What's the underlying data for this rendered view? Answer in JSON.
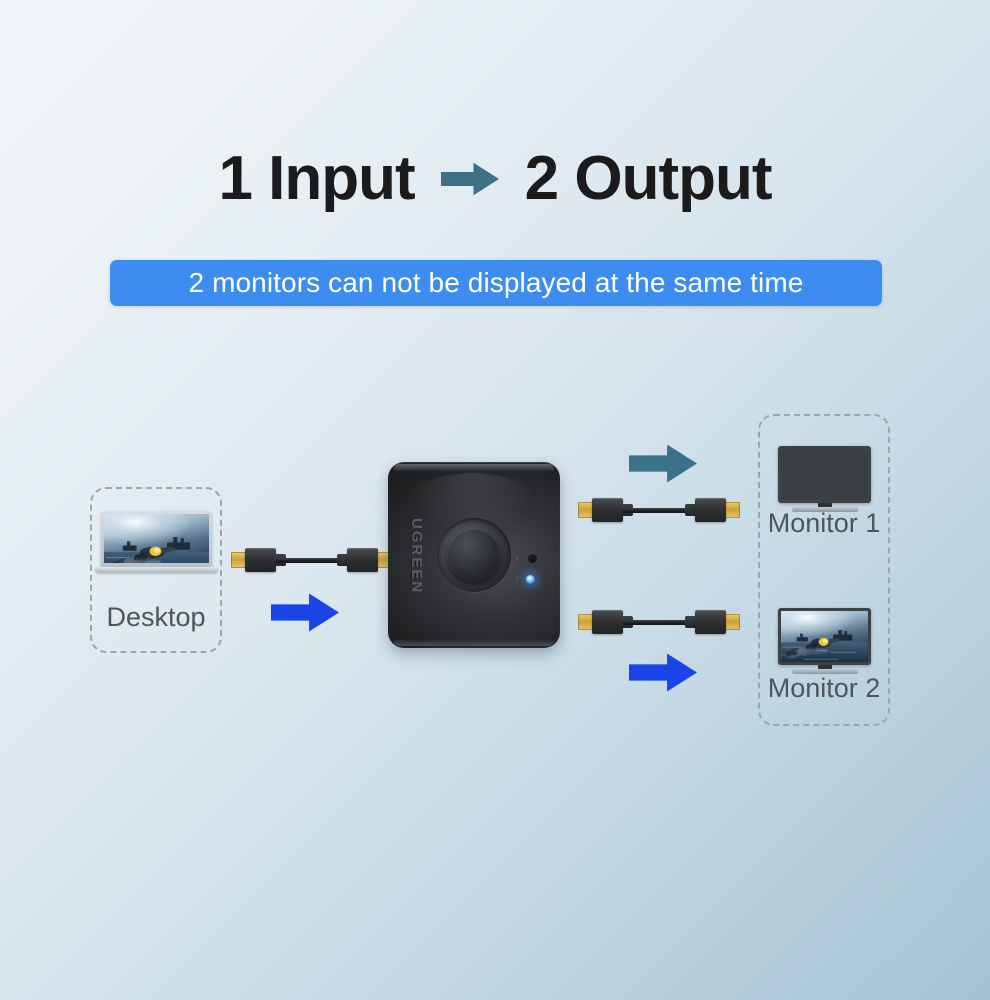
{
  "page": {
    "background_from": "#f2f6f8",
    "background_to": "#a6c2d2"
  },
  "header": {
    "title_left": "1 Input",
    "title_right": "2 Output",
    "arrow_icon": "arrow-right-icon",
    "arrow_color": "#3d7185",
    "text_color": "#1b1b1b"
  },
  "banner": {
    "text": "2 monitors can not be displayed at the same time",
    "background_color": "#3d8cf0",
    "text_color": "#ffffff"
  },
  "diagram": {
    "source": {
      "label": "Desktop",
      "device_icon": "laptop-icon",
      "screen_state": "on",
      "screen_content": "airplane-photo"
    },
    "switch": {
      "brand_logo": "UGREEN",
      "button_icon": "round-selector-button",
      "leds": [
        {
          "name": "output-1-led",
          "state": "off",
          "color": "#141517",
          "mark": "1"
        },
        {
          "name": "output-2-led",
          "state": "on",
          "color": "#3c96ff",
          "mark": "2"
        }
      ]
    },
    "cables": [
      {
        "name": "hdmi-cable-input",
        "connector_icon": "hdmi-connector-icon"
      },
      {
        "name": "hdmi-cable-output-1",
        "connector_icon": "hdmi-connector-icon"
      },
      {
        "name": "hdmi-cable-output-2",
        "connector_icon": "hdmi-connector-icon"
      }
    ],
    "arrows": [
      {
        "name": "input-flow-arrow",
        "color": "#1a44e8",
        "icon": "arrow-right-icon"
      },
      {
        "name": "output-1-flow-arrow",
        "color": "#3a7389",
        "icon": "arrow-right-icon"
      },
      {
        "name": "output-2-flow-arrow",
        "color": "#1a44e8",
        "icon": "arrow-right-icon"
      }
    ],
    "outputs": [
      {
        "label": "Monitor 1",
        "device_icon": "monitor-icon",
        "screen_state": "off",
        "screen_content": "blank-black-screen"
      },
      {
        "label": "Monitor 2",
        "device_icon": "monitor-icon",
        "screen_state": "on",
        "screen_content": "airplane-photo"
      }
    ],
    "label_color": "#4c565d",
    "group_border_color": "#9aa7af"
  }
}
